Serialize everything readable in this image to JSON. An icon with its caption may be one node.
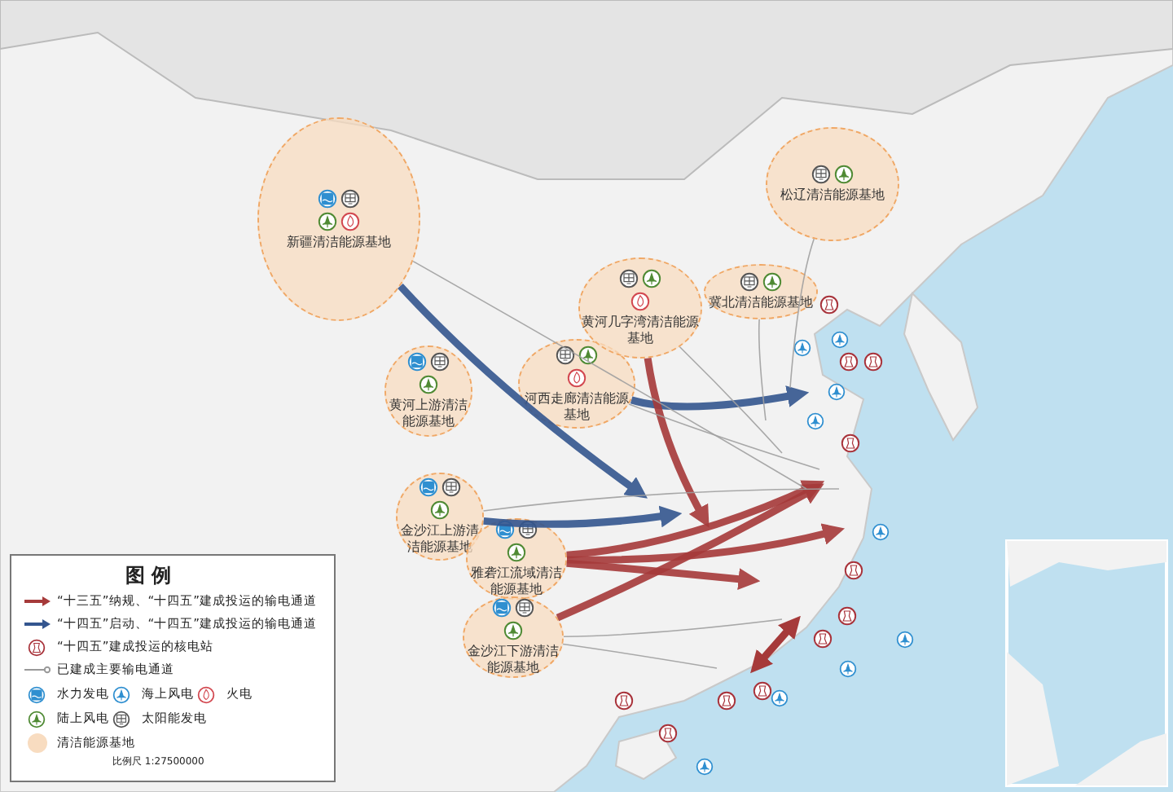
{
  "diagram": {
    "nodes": [
      {
        "text": [
          "新疆清洁能源基地"
        ]
      },
      {
        "text": [
          "黄河上游清洁能源基地"
        ]
      },
      {
        "text": [
          "河西走廊清洁能源基地"
        ]
      },
      {
        "text": [
          "黄河几字湾清洁能源基地"
        ]
      },
      {
        "text": [
          "冀北清洁能源基地"
        ]
      },
      {
        "text": [
          "松辽清洁能源基地"
        ]
      },
      {
        "text": [
          "金沙江上游清洁能源基地"
        ]
      },
      {
        "text": [
          "雅砻江流域清洁能源基地"
        ]
      },
      {
        "text": [
          "金沙江下游清洁能源基地"
        ]
      }
    ],
    "edges": [
      {
        "from": 0,
        "to": null,
        "arrow": "to",
        "style": "thick",
        "color": "#34568f"
      },
      {
        "from": 2,
        "to": null,
        "arrow": "to",
        "style": "thick",
        "color": "#34568f"
      },
      {
        "from": 6,
        "to": null,
        "arrow": "to",
        "style": "thick",
        "color": "#34568f"
      },
      {
        "from": 3,
        "to": null,
        "arrow": "to",
        "style": "thick",
        "color": "#a63a3a"
      },
      {
        "from": 7,
        "to": null,
        "arrow": "to",
        "style": "thick",
        "color": "#a63a3a"
      },
      {
        "from": 7,
        "to": null,
        "arrow": "to",
        "style": "thick",
        "color": "#a63a3a"
      },
      {
        "from": 7,
        "to": null,
        "arrow": "to",
        "style": "thick",
        "color": "#a63a3a"
      },
      {
        "from": 8,
        "to": null,
        "arrow": "to",
        "style": "thick",
        "color": "#a63a3a"
      },
      {
        "from": 0,
        "to": null,
        "arrow": "none",
        "color": "#a0a0a0"
      },
      {
        "from": 2,
        "to": null,
        "arrow": "none",
        "color": "#a0a0a0"
      },
      {
        "from": 3,
        "to": null,
        "arrow": "none",
        "color": "#a0a0a0"
      },
      {
        "from": 4,
        "to": null,
        "arrow": "none",
        "color": "#a0a0a0"
      },
      {
        "from": 5,
        "to": null,
        "arrow": "none",
        "color": "#a0a0a0"
      },
      {
        "from": 6,
        "to": null,
        "arrow": "none",
        "color": "#a0a0a0"
      },
      {
        "from": 8,
        "to": null,
        "arrow": "none",
        "color": "#a0a0a0"
      },
      {
        "from": 8,
        "to": null,
        "arrow": "none",
        "color": "#a0a0a0"
      }
    ],
    "labels": [
      "图 例",
      "比例尺 1:27500000"
    ],
    "legend": [
      {
        "text": "“十三五”纳规、“十四五”建成投运的输电通道"
      },
      {
        "text": "“十四五”启动、“十四五”建成投运的输电通道"
      },
      {
        "text": "“十四五”建成投运的核电站"
      },
      {
        "text": "已建成主要输电通道"
      },
      {
        "text": "水力发电"
      },
      {
        "text": "海上风电"
      },
      {
        "text": "火电"
      },
      {
        "text": "陆上风电"
      },
      {
        "text": "太阳能发电"
      },
      {
        "text": "清洁能源基地",
        "color": "#f8dcc0"
      }
    ]
  }
}
